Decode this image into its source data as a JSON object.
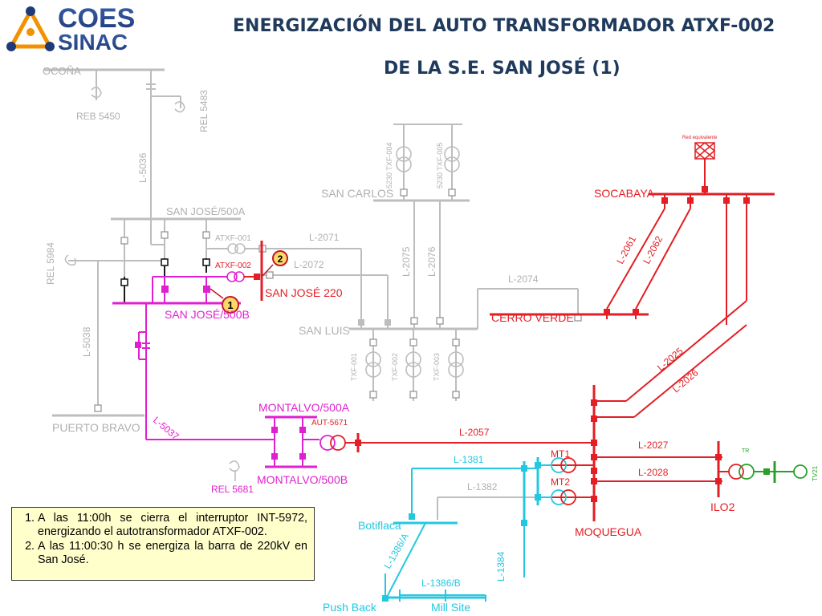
{
  "header": {
    "logo_top": "COES",
    "logo_bottom": "SINAC",
    "title_line1": "ENERGIZACIÓN DEL AUTO TRANSFORMADOR ATXF-002",
    "title_line2": "DE LA S.E. SAN JOSÉ (1)"
  },
  "colors": {
    "inactive": "#bdbdbd",
    "energized_220": "#e31e24",
    "energized_500": "#e020d0",
    "energized_138": "#22c8e0",
    "ilo_green": "#2aa02a",
    "dark": "#1a1a1a",
    "marker": "#c0182a",
    "title": "#1f3a5c",
    "note_bg": "#ffffcc"
  },
  "labels": {
    "ocona": "OCOÑA",
    "reb5450": "REB 5450",
    "rel5483": "REL 5483",
    "l5036": "L-5036",
    "sanjose500a": "SAN JOSÉ/500A",
    "rel5984": "REL 5984",
    "l5038": "L-5038",
    "puertobravo": "PUERTO BRAVO",
    "atxf001": "ATXF-001",
    "atxf002": "ATXF-002",
    "sanjose220": "SAN JOSÉ 220",
    "sanjose500b": "SAN JOSÉ/500B",
    "l2071": "L-2071",
    "l2072": "L-2072",
    "sancarlos": "SAN CARLOS",
    "txf004": "5230 TXF-004",
    "txf005": "5230 TXF-005",
    "l2075": "L-2075",
    "l2076": "L-2076",
    "sanluis": "SAN LUIS",
    "txf001": "TXF-001",
    "txf002": "TXF-002",
    "txf003": "TXF-003",
    "l2074": "L-2074",
    "cerroverde": "CERRO VERDE",
    "redequivalente": "Red equivalente",
    "socabaya": "SOCABAYA",
    "l2061": "L-2061",
    "l2062": "L-2062",
    "l2025": "L-2025",
    "l2026": "L-2026",
    "l5037": "L-5037",
    "montalvo500a": "MONTALVO/500A",
    "aut5671": "AUT-5671",
    "montalvo500b": "MONTALVO/500B",
    "rel5681": "REL 5681",
    "l2057": "L-2057",
    "l1381": "L-1381",
    "l1382": "L-1382",
    "mt1": "MT1",
    "mt2": "MT2",
    "l2027": "L-2027",
    "l2028": "L-2028",
    "ilo2": "ILO2",
    "tr": "TR",
    "tv21": "TV21",
    "moquegua": "MOQUEGUA",
    "botiflaca": "Botiflaca",
    "l1386a": "L-1386/A",
    "l1384": "L-1384",
    "l1386b": "L-1386/B",
    "pushback": "Push Back",
    "millsite": "Mill Site"
  },
  "markers": {
    "m1": "1",
    "m2": "2"
  },
  "notes": [
    "A las 11:00h se cierra el interruptor INT-5972, energizando el autotransformador ATXF-002.",
    "A las 11:00:30 h se energiza la barra de 220kV en San José."
  ]
}
